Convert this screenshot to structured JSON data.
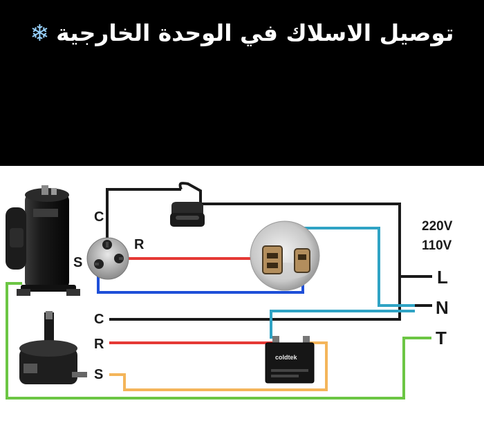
{
  "title": {
    "text": "توصيل الاسلاك في الوحدة الخارجية",
    "icon": "snowflake-icon",
    "icon_glyph": "❄"
  },
  "compressor_terminals": {
    "common": "C",
    "run": "R",
    "start": "S"
  },
  "voltage": {
    "high": "220V",
    "low": "110V"
  },
  "supply_terminals": {
    "line": "L",
    "neutral": "N",
    "earth": "T"
  },
  "fan_motor_terminals": {
    "common": "C",
    "run": "R",
    "start": "S"
  },
  "fan_capacitor_brand": "coldtek",
  "colors": {
    "black_wire": "#1a1a1a",
    "red_wire": "#e53935",
    "blue_wire": "#1e4fd8",
    "cyan_wire": "#2fa3c4",
    "green_wire": "#6cc644",
    "yellow_wire": "#f4b55a"
  }
}
